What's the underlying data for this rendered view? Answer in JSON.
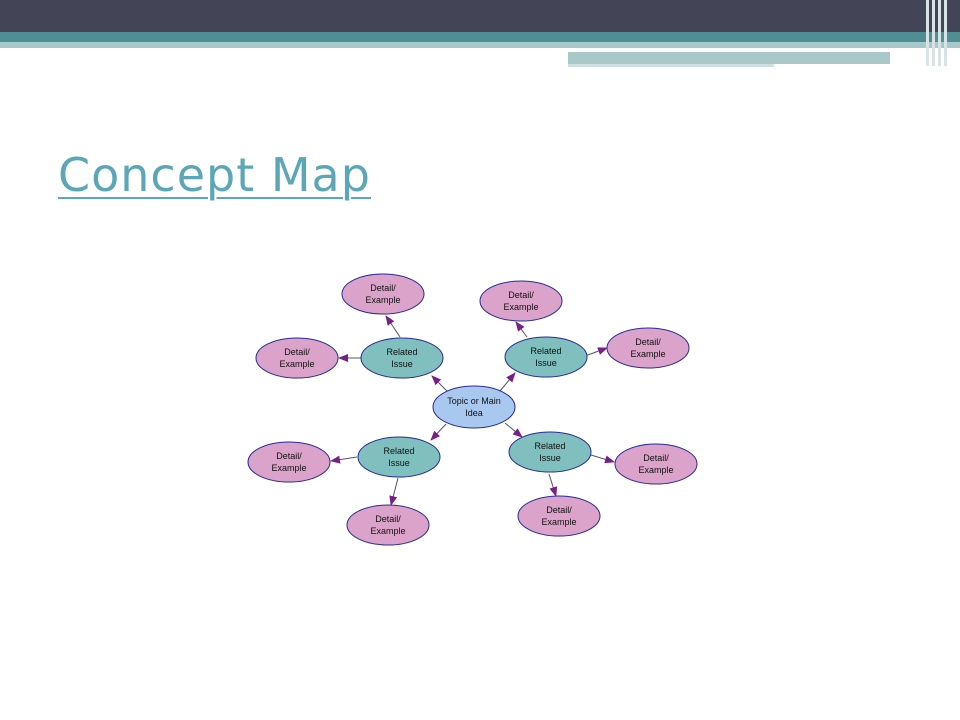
{
  "slide": {
    "title": "Concept Map"
  },
  "colors": {
    "header_dark": "#444457",
    "header_teal": "#4f8f93",
    "header_light": "#a9c8ca",
    "title_link": "#5ba7b7",
    "topic_fill": "#a9c8f0",
    "related_fill": "#7fbfbe",
    "detail_fill": "#dba3c9",
    "node_outline": "#2a2a9a",
    "arrow": "#7a1e8a"
  },
  "diagram": {
    "topic": {
      "line1": "Topic or Main",
      "line2": "Idea"
    },
    "related": [
      {
        "line1": "Related",
        "line2": "Issue"
      },
      {
        "line1": "Related",
        "line2": "Issue"
      },
      {
        "line1": "Related",
        "line2": "Issue"
      },
      {
        "line1": "Related",
        "line2": "Issue"
      }
    ],
    "details": [
      {
        "line1": "Detail/",
        "line2": "Example"
      },
      {
        "line1": "Detail/",
        "line2": "Example"
      },
      {
        "line1": "Detail/",
        "line2": "Example"
      },
      {
        "line1": "Detail/",
        "line2": "Example"
      },
      {
        "line1": "Detail/",
        "line2": "Example"
      },
      {
        "line1": "Detail/",
        "line2": "Example"
      },
      {
        "line1": "Detail/",
        "line2": "Example"
      },
      {
        "line1": "Detail/",
        "line2": "Example"
      }
    ]
  }
}
